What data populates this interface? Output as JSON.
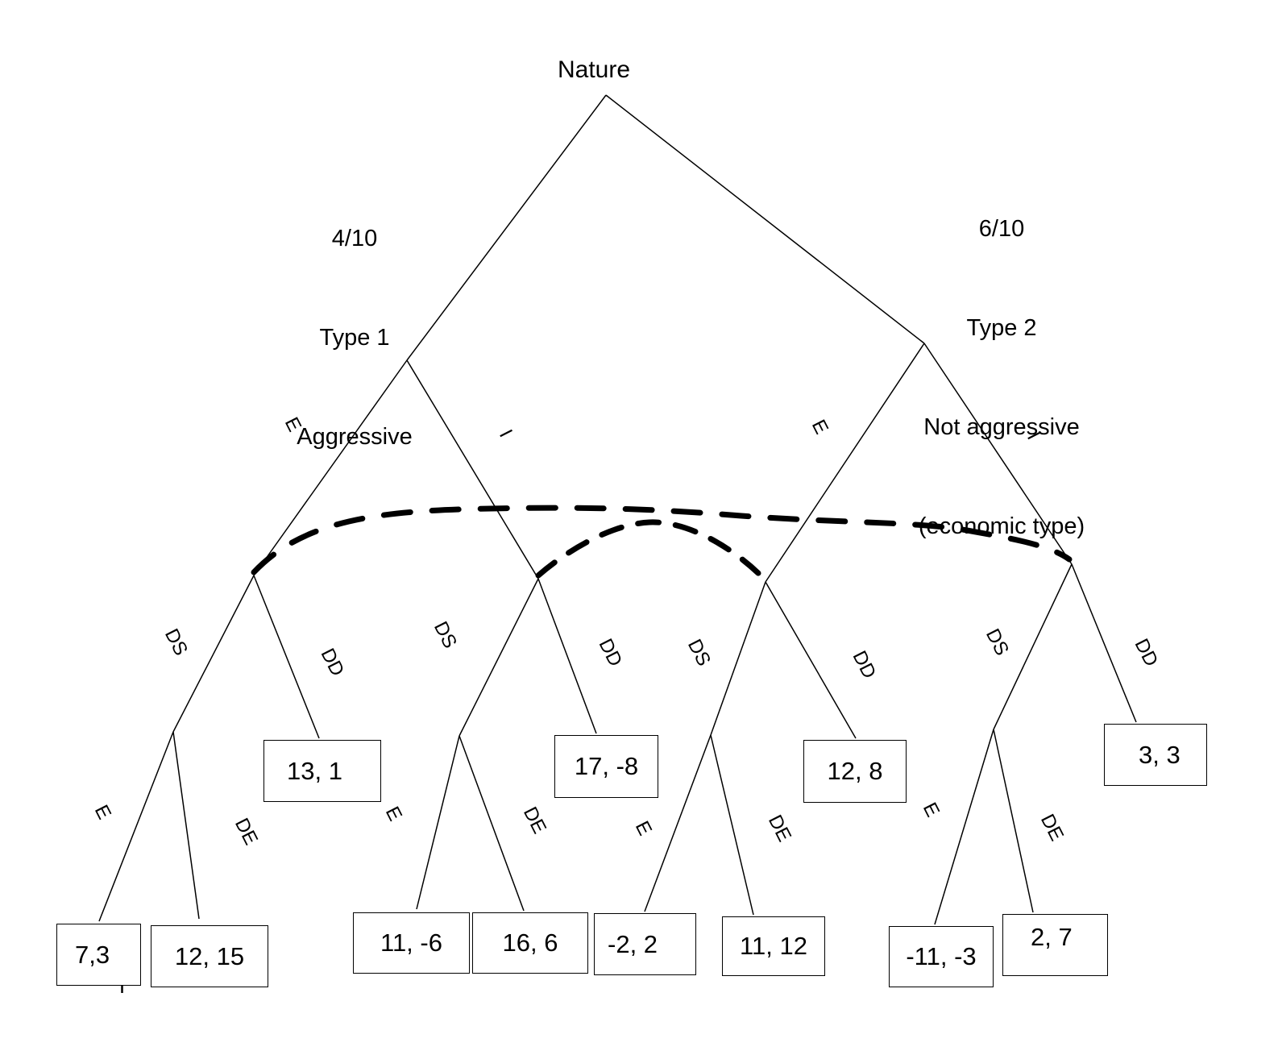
{
  "colors": {
    "ink": "#000000",
    "paper": "#ffffff"
  },
  "root": {
    "label": "Nature"
  },
  "types": {
    "left": {
      "probability": "4/10",
      "name": "Type 1",
      "description": "Aggressive"
    },
    "right": {
      "probability": "6/10",
      "name": "Type 2",
      "description": "Not aggressive",
      "description2": "(economic type)"
    }
  },
  "edge_labels": [
    {
      "branch": "type1-entry",
      "text": "E"
    },
    {
      "branch": "type1-stay-out",
      "text": "I"
    },
    {
      "branch": "type2-entry",
      "text": "E"
    },
    {
      "branch": "type2-stay-out",
      "text": "I"
    },
    {
      "branch": "t1e-ds",
      "text": "DS"
    },
    {
      "branch": "t1e-dd",
      "text": "DD"
    },
    {
      "branch": "t1i-ds",
      "text": "DS"
    },
    {
      "branch": "t1i-dd",
      "text": "DD"
    },
    {
      "branch": "t2e-ds",
      "text": "DS"
    },
    {
      "branch": "t2e-dd",
      "text": "DD"
    },
    {
      "branch": "t2i-ds",
      "text": "DS"
    },
    {
      "branch": "t2i-dd",
      "text": "DD"
    },
    {
      "branch": "t1e-ds-e",
      "text": "E"
    },
    {
      "branch": "t1e-ds-de",
      "text": "DE"
    },
    {
      "branch": "t1i-ds-e",
      "text": "E"
    },
    {
      "branch": "t1i-ds-de",
      "text": "DE"
    },
    {
      "branch": "t2e-ds-e",
      "text": "E"
    },
    {
      "branch": "t2e-ds-de",
      "text": "DE"
    },
    {
      "branch": "t2i-ds-e",
      "text": "E"
    },
    {
      "branch": "t2i-ds-de",
      "text": "DE"
    }
  ],
  "payoffs": [
    {
      "text": "7,3"
    },
    {
      "text": "12, 15"
    },
    {
      "text": "13, 1"
    },
    {
      "text": "11, -6"
    },
    {
      "text": "16, 6"
    },
    {
      "text": "17, -8"
    },
    {
      "text": "-2, 2"
    },
    {
      "text": "11, 12"
    },
    {
      "text": "12, 8"
    },
    {
      "text": "-11, -3"
    },
    {
      "text": "2, 7"
    },
    {
      "text": "3, 3"
    }
  ]
}
